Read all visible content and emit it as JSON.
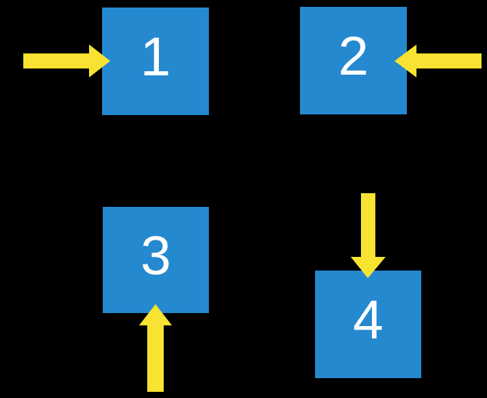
{
  "diagram": {
    "title": "numbered-squares-with-arrows",
    "background_color": "#000000",
    "colors": {
      "square_blue": "#2589D0",
      "arrow_yellow": "#F8E232",
      "number_white": "#FFFFFF"
    },
    "squares": [
      {
        "label": "1",
        "arrow_side": "left",
        "arrow_direction": "right"
      },
      {
        "label": "2",
        "arrow_side": "right",
        "arrow_direction": "left"
      },
      {
        "label": "3",
        "arrow_side": "bottom",
        "arrow_direction": "up"
      },
      {
        "label": "4",
        "arrow_side": "top",
        "arrow_direction": "down"
      }
    ]
  }
}
